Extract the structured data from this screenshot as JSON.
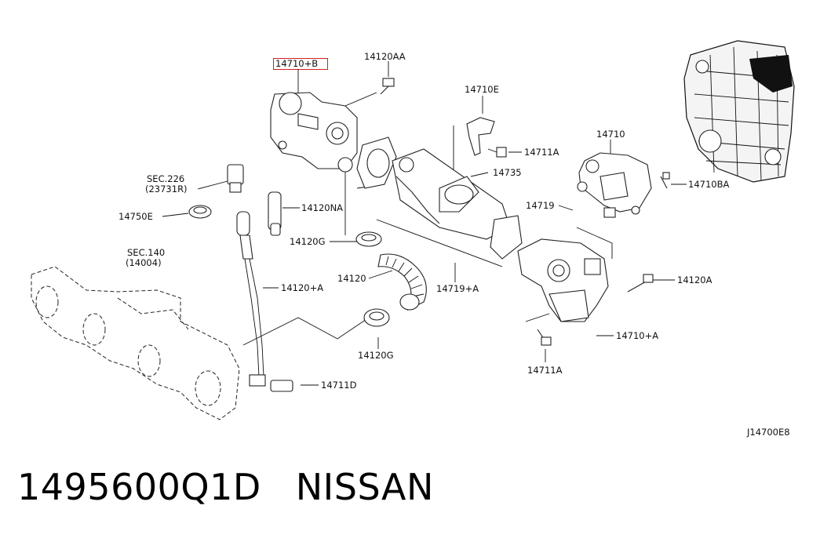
{
  "diagram": {
    "labels": {
      "highlighted_part": "14710+B",
      "p14120AA": "14120AA",
      "p14710E": "14710E",
      "p14711A_top": "14711A",
      "p14710": "14710",
      "p14735": "14735",
      "p14710BA": "14710BA",
      "p14719": "14719",
      "sec226_line1": "SEC.226",
      "sec226_line2": "(23731R)",
      "p14120NA": "14120NA",
      "p14750E": "14750E",
      "p14120G_top": "14120G",
      "sec140_line1": "SEC.140",
      "sec140_line2": "(14004)",
      "p14120": "14120",
      "p14719A": "14719+A",
      "p14120A_right": "14120A",
      "p14120A_left": "14120+A",
      "p14710A": "14710+A",
      "p14120G_bottom": "14120G",
      "p14711A_bottom": "14711A",
      "p14711D": "14711D",
      "diagram_code": "J14700E8"
    },
    "highlight_color": "#d42020"
  },
  "footer": {
    "part_number": "1495600Q1D",
    "brand": "NISSAN"
  }
}
